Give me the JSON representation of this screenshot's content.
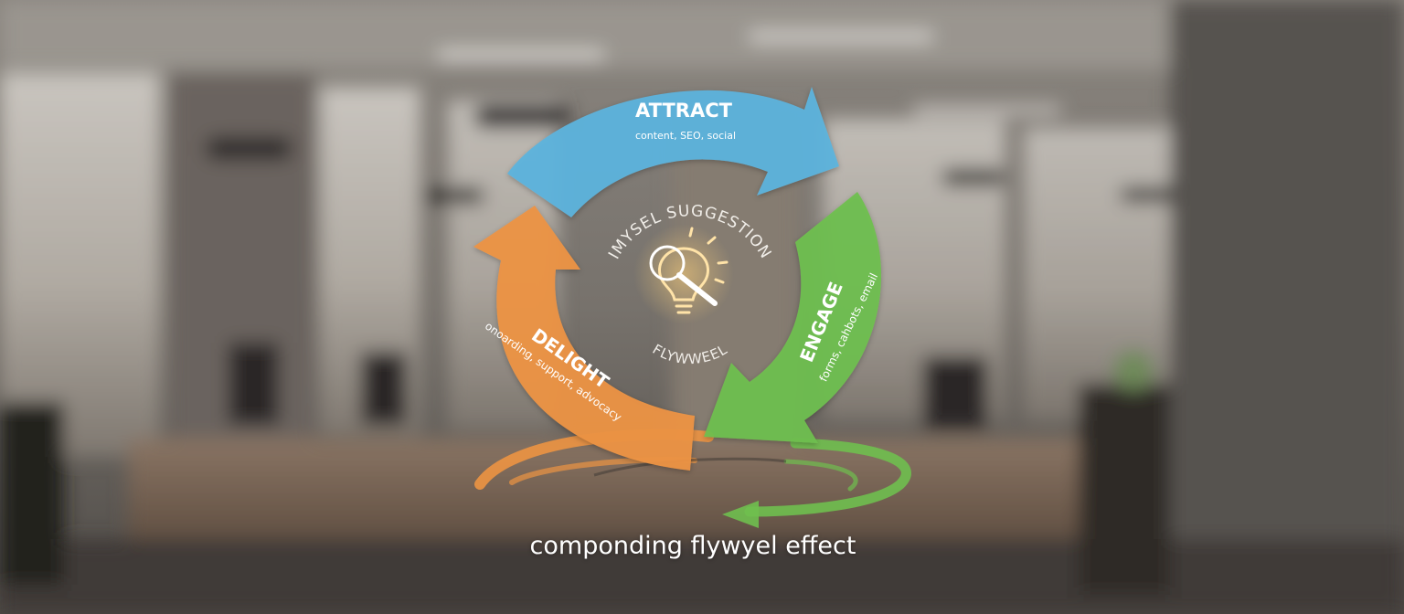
{
  "diagram": {
    "stages": [
      {
        "title": "ATTRACT",
        "subtitle": "content, SEO, social",
        "color": "#5db3dc"
      },
      {
        "title": "ENGAGE",
        "subtitle": "forms, cahbots, email",
        "color": "#6fbf4f"
      },
      {
        "title": "DELIGHT",
        "subtitle": "onoarding, support, advocacy",
        "color": "#ec9443"
      }
    ],
    "center": {
      "label_top": "IMYSEL SUGGESTION",
      "label_bottom": "FLYWWEEL",
      "icon": "magnifier-lightbulb-icon"
    },
    "caption": "componding flywyel effect"
  }
}
